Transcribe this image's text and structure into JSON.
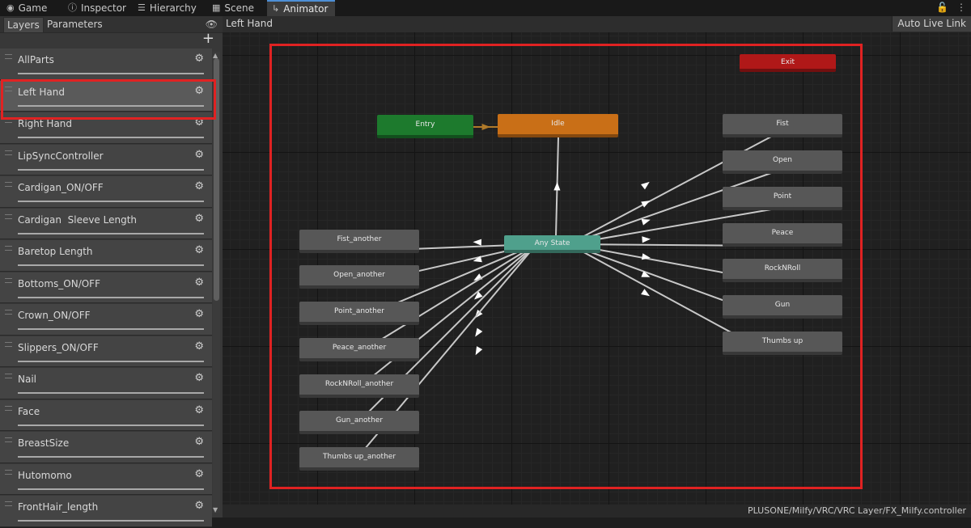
{
  "tabs": [
    {
      "label": "Game",
      "icon": "gamepad-icon"
    },
    {
      "label": "Inspector",
      "icon": "info-icon"
    },
    {
      "label": "Hierarchy",
      "icon": "hierarchy-icon"
    },
    {
      "label": "Scene",
      "icon": "grid-icon"
    },
    {
      "label": "Animator",
      "icon": "animator-icon",
      "active": true
    }
  ],
  "left_panel": {
    "tabs": [
      "Layers",
      "Parameters"
    ],
    "layers": [
      "AllParts",
      "Left Hand",
      "Right Hand",
      "LipSyncController",
      "Cardigan_ON/OFF",
      "Cardigan  Sleeve Length",
      "Baretop Length",
      "Bottoms_ON/OFF",
      "Crown_ON/OFF",
      "Slippers_ON/OFF",
      "Nail",
      "Face",
      "BreastSize",
      "Hutomomo",
      "FrontHair_length"
    ],
    "selected_layer": "Left Hand"
  },
  "graph": {
    "breadcrumb": "Left Hand",
    "auto_live_link": "Auto Live Link",
    "status_path": "PLUSONE/Milfy/VRC/VRC Layer/FX_Milfy.controller",
    "nodes": {
      "exit": "Exit",
      "entry": "Entry",
      "idle": "Idle",
      "any_state": "Any State",
      "right": [
        "Fist",
        "Open",
        "Point",
        "Peace",
        "RockNRoll",
        "Gun",
        "Thumbs up"
      ],
      "left": [
        "Fist_another",
        "Open_another",
        "Point_another",
        "Peace_another",
        "RockNRoll_another",
        "Gun_another",
        "Thumbs up_another"
      ]
    }
  },
  "colors": {
    "highlight": "#e02222",
    "entry": "#1d7a2d",
    "idle": "#c96f17",
    "exit": "#b01818",
    "any_state": "#4fa08c"
  }
}
